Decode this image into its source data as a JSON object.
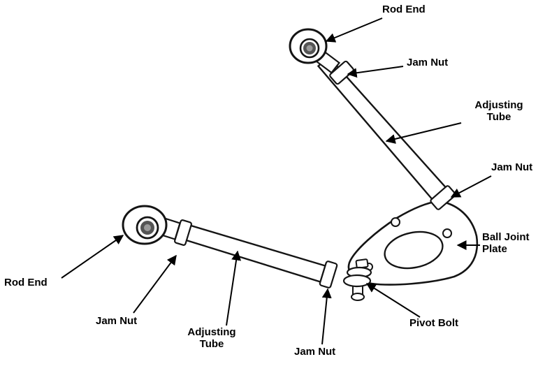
{
  "diagram": {
    "background_color": "#ffffff",
    "line_color": "#141414",
    "labels": {
      "rod_end_top": "Rod End",
      "jam_nut_top": "Jam Nut",
      "adjusting_tube_upper": "Adjusting\nTube",
      "jam_nut_right": "Jam Nut",
      "ball_joint_plate": "Ball Joint\nPlate",
      "rod_end_left": "Rod End",
      "jam_nut_lower_left": "Jam Nut",
      "adjusting_tube_lower": "Adjusting\nTube",
      "jam_nut_lower_right": "Jam Nut",
      "pivot_bolt": "Pivot Bolt"
    }
  }
}
